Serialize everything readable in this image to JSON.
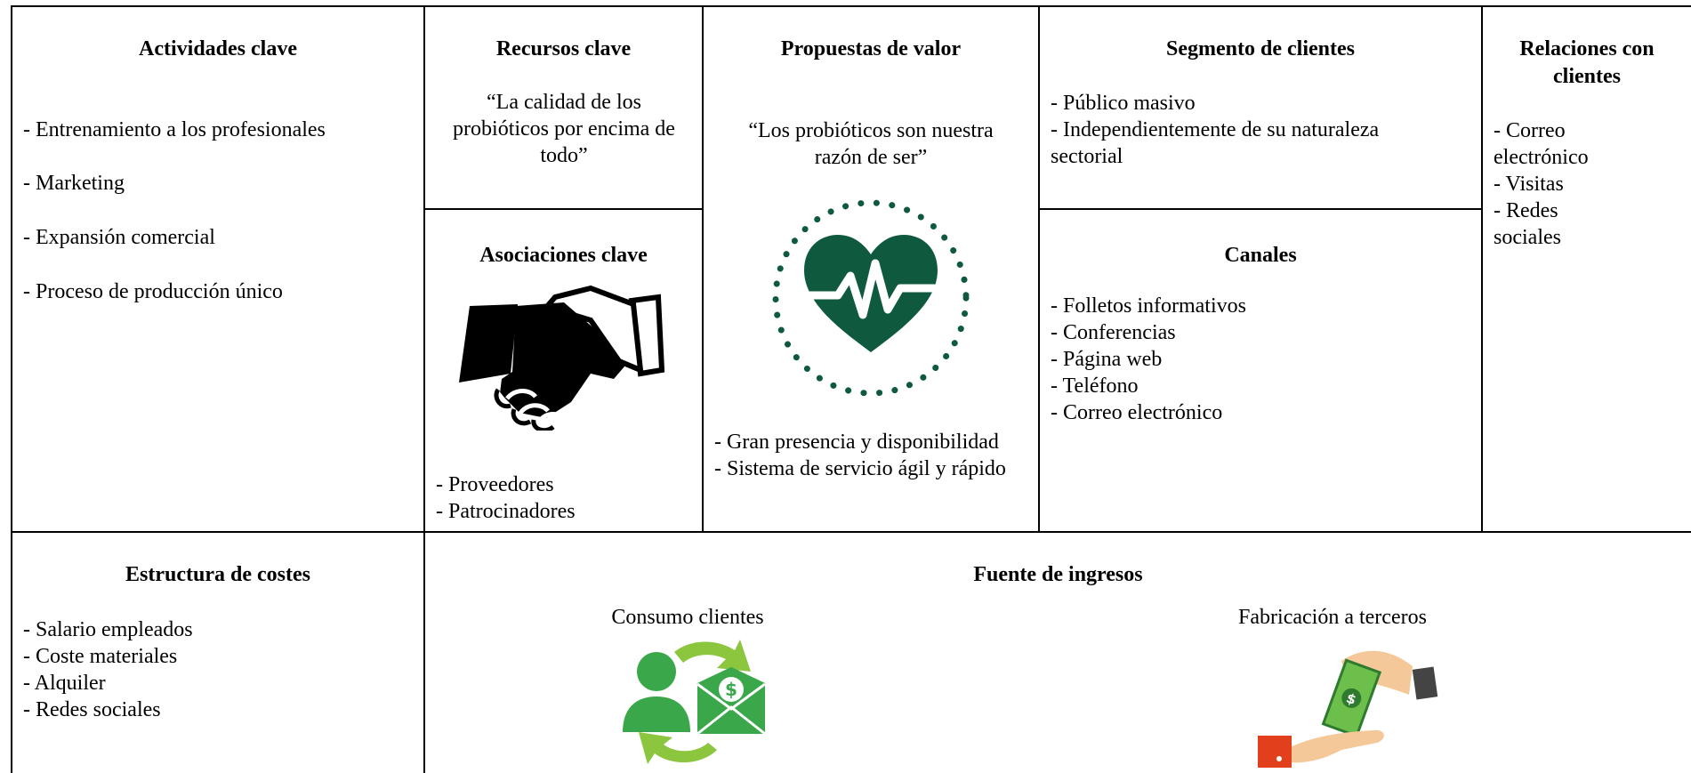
{
  "key_activities": {
    "title": "Actividades clave",
    "items": [
      "- Entrenamiento a los profesionales",
      "- Marketing",
      "- Expansión comercial",
      "- Proceso de producción único"
    ]
  },
  "key_resources": {
    "title": "Recursos clave",
    "quote": "“La calidad de los probióticos por encima de todo”"
  },
  "key_partners": {
    "title": "Asociaciones clave",
    "icon": "handshake-icon",
    "items": [
      "- Proveedores",
      "- Patrocinadores"
    ]
  },
  "value_proposition": {
    "title": "Propuestas de valor",
    "quote": "“Los probióticos son nuestra razón de ser”",
    "icon": "heart-pulse-icon",
    "items": [
      "- Gran presencia y disponibilidad",
      "- Sistema de servicio ágil y rápido"
    ]
  },
  "customer_segments": {
    "title": "Segmento de clientes",
    "items": [
      "- Público masivo",
      "- Independientemente de su naturaleza sectorial"
    ]
  },
  "channels": {
    "title": "Canales",
    "items": [
      "- Folletos informativos",
      "- Conferencias",
      "- Página web",
      "- Teléfono",
      "- Correo electrónico"
    ]
  },
  "customer_relationships": {
    "title": "Relaciones con clientes",
    "items": [
      "- Correo electrónico",
      "- Visitas",
      "- Redes sociales"
    ]
  },
  "cost_structure": {
    "title": "Estructura de costes",
    "items": [
      "- Salario empleados",
      "- Coste materiales",
      "- Alquiler",
      "- Redes sociales"
    ]
  },
  "revenue_streams": {
    "title": "Fuente de ingresos",
    "left_label": "Consumo clientes",
    "left_icon": "customer-payment-cycle-icon",
    "right_label": "Fabricación a terceros",
    "right_icon": "money-handover-icon"
  },
  "colors": {
    "accent_green": "#0f5a3f",
    "icon_green": "#3aa84a",
    "arrow_green": "#8cc63f",
    "skin": "#f5c89a",
    "red": "#e2401c"
  }
}
